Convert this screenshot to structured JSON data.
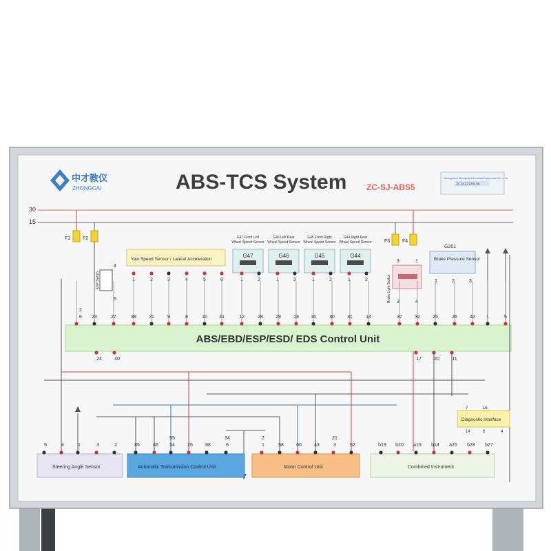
{
  "header": {
    "logo_cn": "中才教仪",
    "logo_en": "ZHONGCAI",
    "title": "ABS-TCS System",
    "model": "ZC-SJ-ABS5",
    "plate_line1": "Guangzhou Zhongcai Education Equipment Co., Ltd.",
    "plate_line2": "ZC2022120106"
  },
  "bus": {
    "line30": "30",
    "line15": "15"
  },
  "fuses": [
    "F1",
    "F2",
    "F3",
    "F4"
  ],
  "esp_switch": {
    "label": "ESP Switch",
    "pin_top": "4",
    "pin_bottom": "5"
  },
  "yaw_sensor": {
    "label": "Yaw Speed Sensor / Lateral Acceleration",
    "pins": [
      "1",
      "2",
      "3",
      "4",
      "5",
      "6"
    ]
  },
  "wheel_sensors": [
    {
      "code": "G47",
      "caption": "G47 Front Left Wheel Speed Sensor",
      "pins": [
        "1",
        "2"
      ]
    },
    {
      "code": "G46",
      "caption": "G46 Left Rear Wheel Speed Sensor",
      "pins": [
        "1",
        "2"
      ]
    },
    {
      "code": "G45",
      "caption": "G45 Front Right Wheel Speed Sensor",
      "pins": [
        "1",
        "2"
      ]
    },
    {
      "code": "G44",
      "caption": "G44 Right Rear Wheel Speed Sensor",
      "pins": [
        "1",
        "2"
      ]
    }
  ],
  "brake_light_switch": {
    "label": "Brake Light Switch",
    "pins_top": [
      "3",
      "1"
    ],
    "pins_bottom": [
      "2",
      "4"
    ]
  },
  "brake_pressure": {
    "code": "G201",
    "label": "Brake Pressure Sensor",
    "pins": [
      "1",
      "2",
      "3"
    ]
  },
  "control_unit": {
    "label": "ABS/EBD/ESP/ESD/ EDS Control Unit",
    "top_pins": [
      "2 6",
      "23",
      "27",
      "39",
      "21",
      "9",
      "8",
      "10",
      "41",
      "12",
      "28",
      "29",
      "13",
      "16",
      "30",
      "31",
      "14",
      "37",
      "32",
      "25",
      "26",
      "42",
      "1",
      "5"
    ],
    "bottom_pins": [
      "24",
      "40",
      "17",
      "20",
      "11"
    ]
  },
  "diagnostic": {
    "label": "Diagnostic Interface",
    "pins_top": [
      "7",
      "16"
    ],
    "pins_bottom": [
      "14",
      "6",
      "4"
    ]
  },
  "bottom_units": [
    {
      "label": "Steering Angle Sensor",
      "pins": [
        "5",
        "4",
        "1",
        "3",
        "2"
      ]
    },
    {
      "label": "Automatic Transmission Control Unit",
      "pins": [
        "85",
        "86",
        "55 54",
        "26",
        "88"
      ]
    },
    {
      "label": "Motor Control Unit",
      "pins": [
        "34 6",
        "2 1",
        "58",
        "60",
        "43",
        "21 3",
        "62"
      ]
    },
    {
      "label": "Combined Instrument",
      "pins": [
        "b19",
        "b20",
        "a19",
        "b14",
        "a25",
        "b28",
        "b27"
      ]
    }
  ],
  "colors": {
    "frame": "#c9ccd1",
    "ecu": "#d9f3cf",
    "yaw": "#fbf3c4",
    "wheel": "#dff0ee",
    "brake": "#dfe9f7",
    "diag": "#fbf0a8",
    "atcu": "#5aa6de",
    "mcu": "#f7be86",
    "instr": "#edf5e6",
    "steer": "#e7e5f3"
  }
}
